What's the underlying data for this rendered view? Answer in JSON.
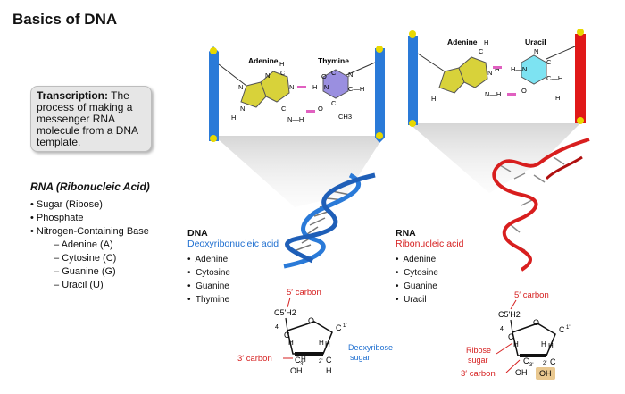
{
  "title": "Basics of DNA",
  "callout": {
    "bold": "Transcription:",
    "text": " The process of making a messenger RNA molecule from a DNA template."
  },
  "rna": {
    "heading": "RNA (Ribonucleic Acid)",
    "items": [
      "Sugar (Ribose)",
      "Phosphate",
      "Nitrogen-Containing Base"
    ],
    "bases": [
      "Adenine (A)",
      "Cytosine (C)",
      "Guanine (G)",
      "Uracil (U)"
    ]
  },
  "dna_block": {
    "title": "DNA",
    "subtitle": "Deoxyribonucleic acid",
    "items": [
      "Adenine",
      "Cytosine",
      "Guanine",
      "Thymine"
    ]
  },
  "rna_block": {
    "title": "RNA",
    "subtitle": "Ribonucleic acid",
    "items": [
      "Adenine",
      "Cytosine",
      "Guanine",
      "Uracil"
    ]
  },
  "pair_left": {
    "base1": "Adenine",
    "base2": "Thymine",
    "ch3": "CH3"
  },
  "pair_right": {
    "base1": "Adenine",
    "base2": "Uracil"
  },
  "sugar_left": {
    "five": "5′   carbon",
    "three": "3′   carbon",
    "name1": "Deoxyribose",
    "name2": "sugar",
    "c5": "C5'H2",
    "oh": "OH",
    "h": "H"
  },
  "sugar_right": {
    "five": "5′   carbon",
    "three": "3′   carbon",
    "name1": "Ribose",
    "name2": "sugar",
    "c5": "C5'H2",
    "oh": "OH",
    "oh2": "OH"
  },
  "colors": {
    "backbone_dna": "#2a7ad8",
    "backbone_rna": "#e01818",
    "adenine": "#d8d23a",
    "thymine": "#9a8fe0",
    "uracil": "#7de3f2",
    "hbond": "#e060c0"
  }
}
